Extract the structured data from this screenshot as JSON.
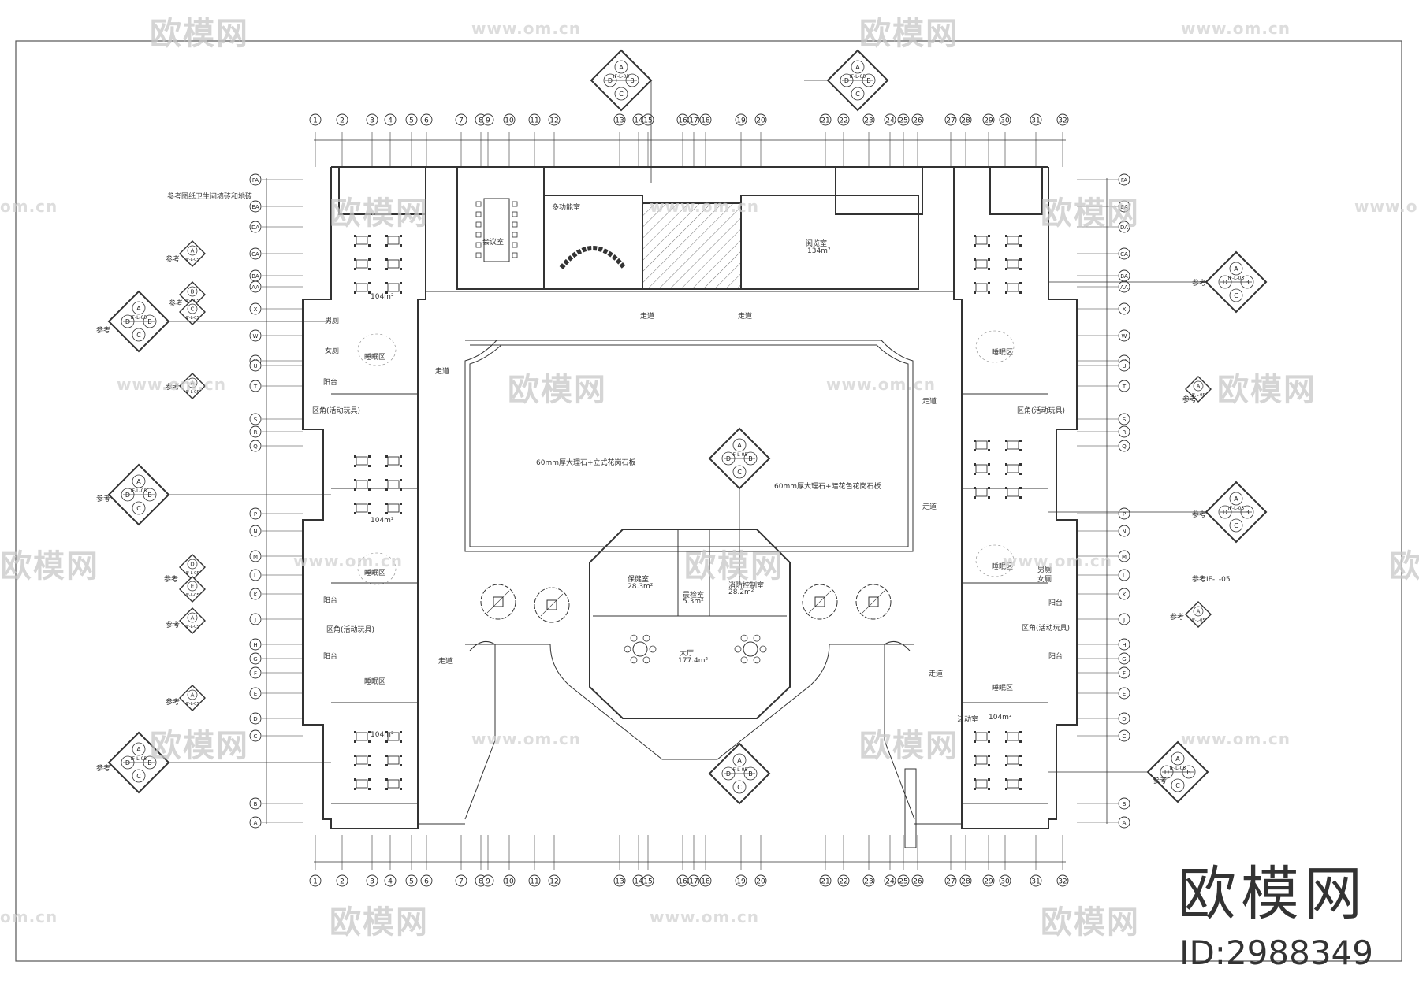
{
  "brand": {
    "name": "欧模网",
    "id": "ID:2988349"
  },
  "watermark": {
    "logo": "欧模网",
    "url": "www.om.cn",
    "url_short": "om.cn"
  },
  "columns": [
    "1",
    "2",
    "3",
    "4",
    "5",
    "6",
    "7",
    "8",
    "9",
    "10",
    "11",
    "12",
    "13",
    "14",
    "15",
    "16",
    "17",
    "18",
    "19",
    "20",
    "21",
    "22",
    "23",
    "24",
    "25",
    "26",
    "27",
    "28",
    "29",
    "30",
    "31",
    "32"
  ],
  "rows_left": [
    "FA",
    "EA",
    "DA",
    "CA",
    "BA",
    "AA",
    "X",
    "W",
    "V",
    "U",
    "T",
    "S",
    "R",
    "Q",
    "P",
    "N",
    "M",
    "L",
    "K",
    "J",
    "H",
    "G",
    "F",
    "E",
    "D",
    "C",
    "B",
    "A"
  ],
  "rooms": {
    "meeting": "会议室",
    "multipurpose": "多功能室",
    "reading": "阅览室",
    "reading_area": "134m²",
    "sleep": "睡眠区",
    "toilet_m": "男厕",
    "toilet_f": "女厕",
    "balcony": "阳台",
    "corridor": "走道",
    "health": "保健室",
    "health_area": "28.3m²",
    "morning_check": "晨检室",
    "morning_area": "5.3m²",
    "fire_control": "消防控制室",
    "fire_area": "28.2m²",
    "hall": "大厅",
    "hall_area": "177.4m²",
    "stair_note": "区角(活动玩具)",
    "activity_area": "活动室",
    "activity_size": "104m²",
    "ref": "参考",
    "ref_note": "参考图纸卫生间墙砖和地砖",
    "ref_code": "参考IF-L-05",
    "courtyard_note_1": "60mm厚大理石+立式花岗石板",
    "courtyard_note_2": "60mm厚大理石+暗花色花岗石板",
    "marker_code": "IF-L-05"
  },
  "marker_letters": [
    "A",
    "B",
    "C",
    "D"
  ]
}
